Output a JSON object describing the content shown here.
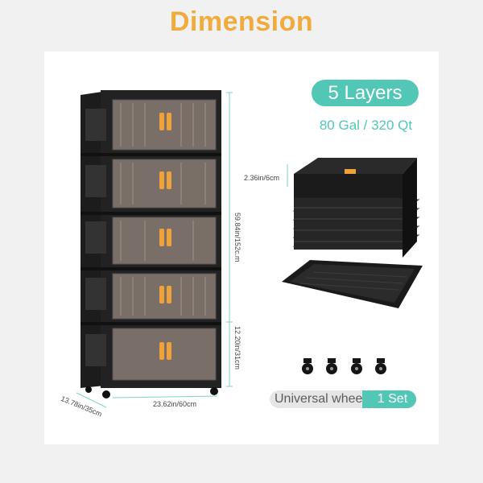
{
  "title": "Dimension",
  "layers_label": "5 Layers",
  "capacity_label": "80 Gal / 320 Qt",
  "dimensions": {
    "height_total": "59.84in/152c.m",
    "height_layer": "12.20in/31cm",
    "width": "23.62in/60cm",
    "depth": "13.78in/35cm",
    "layer_thickness": "2.36in/6cm"
  },
  "wheel_label": "Universal wheel",
  "wheel_count": "1 Set",
  "colors": {
    "accent": "#53c7b6",
    "title": "#f0ab3c",
    "body": "#222222"
  }
}
